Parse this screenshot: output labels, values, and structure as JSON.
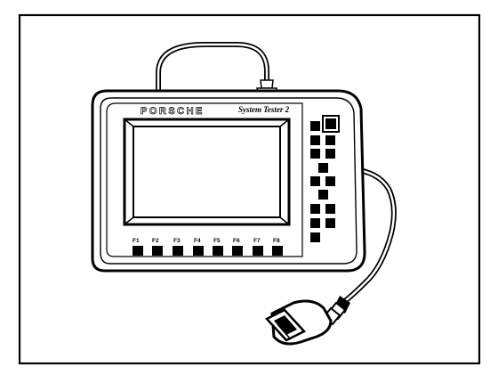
{
  "device": {
    "brand_text": "PORSCHE",
    "model_text": "System Tester 2",
    "function_keys": [
      "F1",
      "F2",
      "F3",
      "F4",
      "F5",
      "F6",
      "F7",
      "F8"
    ]
  },
  "icons": {
    "frame": "border-frame",
    "screen": "display-screen",
    "cable": "obd-cable",
    "connector": "obd-connector-icon"
  }
}
